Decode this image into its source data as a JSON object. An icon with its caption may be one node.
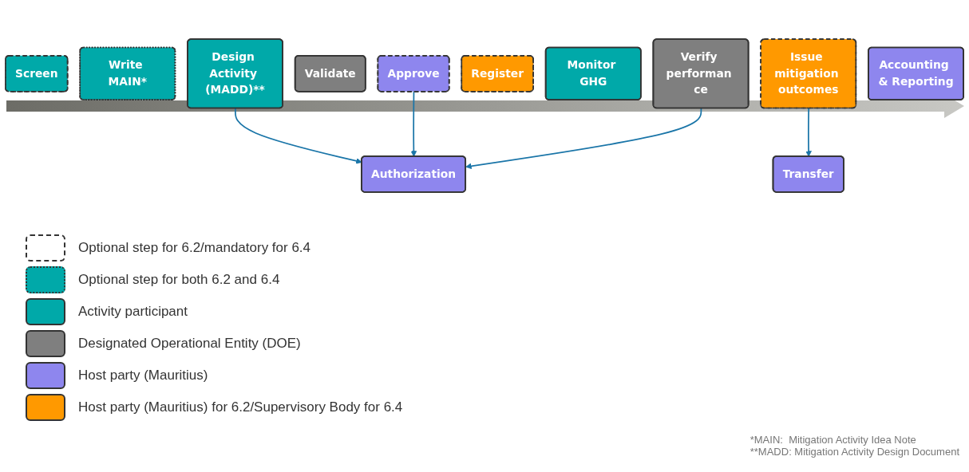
{
  "diagram": {
    "nodes": [
      {
        "text": [
          "Screen"
        ]
      },
      {
        "text": [
          "Write MAIN*"
        ]
      },
      {
        "text": [
          "Design Activity (MADD)**"
        ]
      },
      {
        "text": [
          "Validate"
        ]
      },
      {
        "text": [
          "Approve"
        ]
      },
      {
        "text": [
          "Register"
        ]
      },
      {
        "text": [
          "Monitor GHG"
        ]
      },
      {
        "text": [
          "Verify performan ce"
        ]
      },
      {
        "text": [
          "Issue mitigation outcomes"
        ]
      },
      {
        "text": [
          "Authorization"
        ]
      },
      {
        "text": [
          "Transfer"
        ]
      },
      {
        "text": [
          "Accounting & Reporting"
        ]
      }
    ],
    "edges": [
      {
        "from": 2,
        "to": 9,
        "arrow": "to"
      },
      {
        "from": 4,
        "to": 9,
        "arrow": "to"
      },
      {
        "from": 7,
        "to": 9,
        "arrow": "to"
      },
      {
        "from": 8,
        "to": 10,
        "arrow": "to"
      }
    ],
    "labels": [
      "*MAIN:  Mitigation Activity Idea Note",
      "**MADD: Mitigation Activity Design Document"
    ],
    "legend": [
      {
        "text": "Optional step for 6.2/mandatory for 6.4"
      },
      {
        "text": "Optional step for both 6.2 and 6.4"
      },
      {
        "text": "Activity participant",
        "color": "#00a9a9"
      },
      {
        "text": "Designated Operational Entity (DOE)",
        "color": "#7f7f7f"
      },
      {
        "text": "Host party (Mauritius)",
        "color": "#8e86ee"
      },
      {
        "text": "Host party (Mauritius) for 6.2/Supervisory Body for 6.4",
        "color": "#ff9900"
      }
    ]
  }
}
